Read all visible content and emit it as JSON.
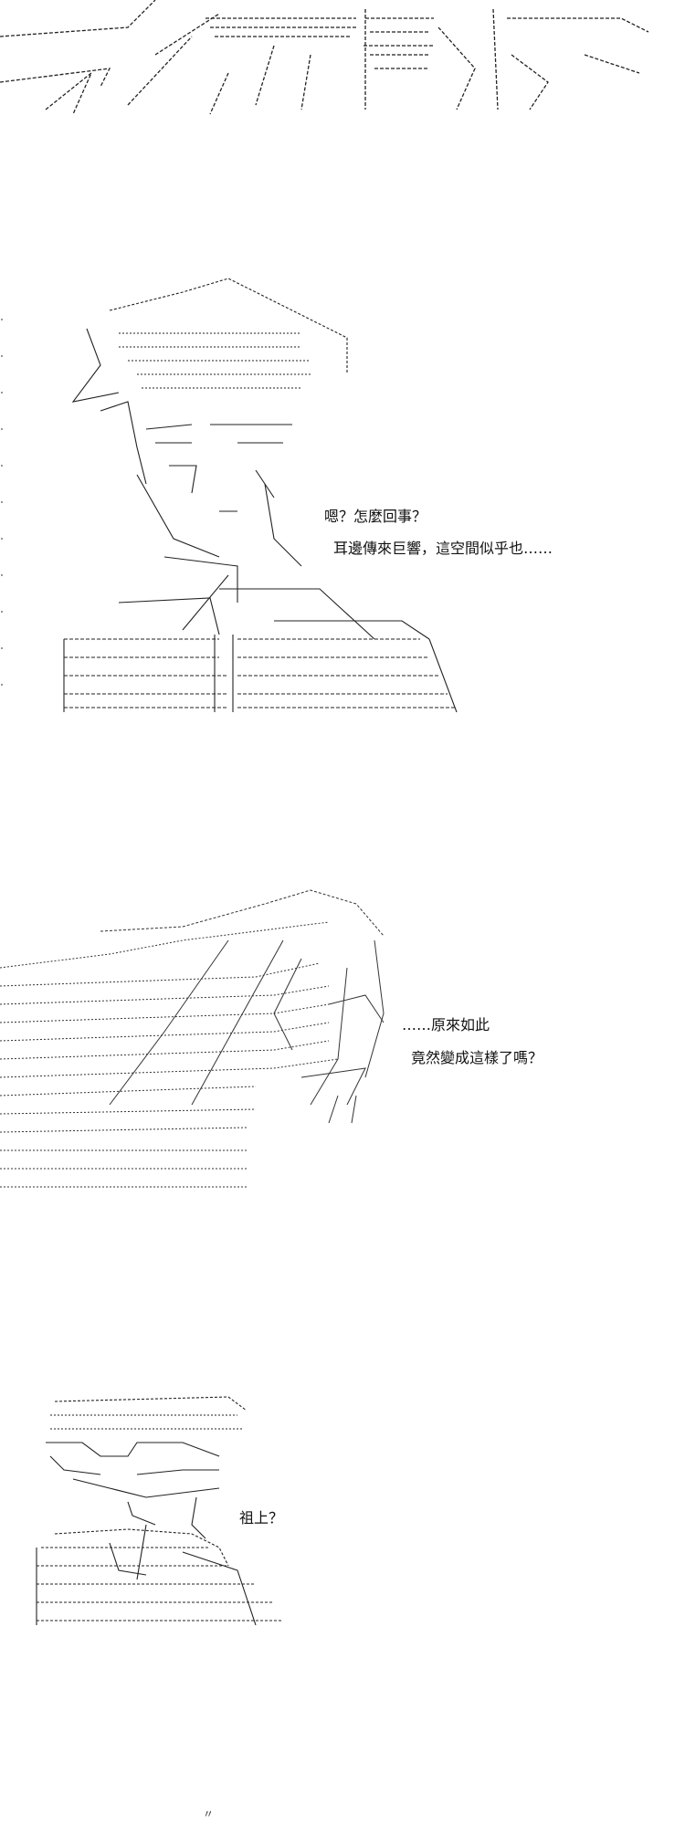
{
  "panels": {
    "p1": {
      "lines": []
    },
    "p2": {
      "lines": [
        "嗯？怎麼回事？",
        "耳邊傳來巨響，這空間似乎也……"
      ]
    },
    "p3": {
      "lines": [
        "……原來如此",
        "竟然變成這樣了嗎？"
      ]
    },
    "p4": {
      "lines": [
        "祖上？"
      ]
    }
  },
  "footer": {
    "mark": "〃"
  },
  "colors": {
    "ink": "#111111",
    "paper": "#ffffff",
    "faint": "#777777"
  }
}
